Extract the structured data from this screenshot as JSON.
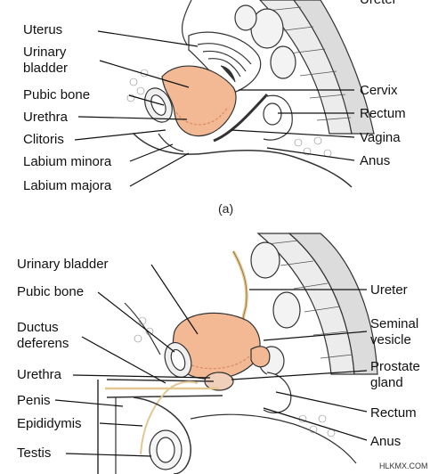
{
  "panel_a": {
    "caption": "(a)",
    "left_labels": [
      "Uterus",
      "Urinary\nbladder",
      "Pubic bone",
      "Urethra",
      "Clitoris",
      "Labium minora",
      "Labium majora"
    ],
    "right_labels": [
      "Ureter",
      "Cervix",
      "Rectum",
      "Vagina",
      "Anus"
    ]
  },
  "panel_b": {
    "left_labels": [
      "Urinary bladder",
      "Pubic bone",
      "Ductus\ndeferens",
      "Urethra",
      "Penis",
      "Epididymis",
      "Testis"
    ],
    "right_labels": [
      "Ureter",
      "Seminal\nvesicle",
      "Prostate\ngland",
      "Rectum",
      "Anus"
    ]
  },
  "watermark": "HLKMX.COM",
  "colors": {
    "bladder": "#f2b994",
    "bladder_dark": "#e79d73",
    "tissue_line": "#333333",
    "vertebra": "#e9e9e9",
    "fat": "#f6f6f6",
    "ureter": "#e3c792"
  }
}
